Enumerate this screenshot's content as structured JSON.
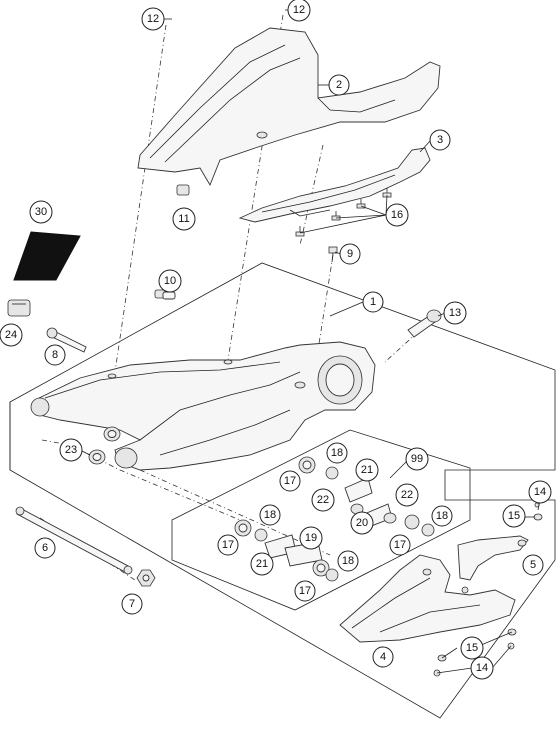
{
  "callouts": [
    {
      "id": "c12a",
      "label": "12"
    },
    {
      "id": "c12b",
      "label": "12"
    },
    {
      "id": "c2",
      "label": "2"
    },
    {
      "id": "c3",
      "label": "3"
    },
    {
      "id": "c16",
      "label": "16"
    },
    {
      "id": "c11",
      "label": "11"
    },
    {
      "id": "c30",
      "label": "30"
    },
    {
      "id": "c9",
      "label": "9"
    },
    {
      "id": "c10",
      "label": "10"
    },
    {
      "id": "c1",
      "label": "1"
    },
    {
      "id": "c13",
      "label": "13"
    },
    {
      "id": "c24",
      "label": "24"
    },
    {
      "id": "c8",
      "label": "8"
    },
    {
      "id": "c23",
      "label": "23"
    },
    {
      "id": "c99",
      "label": "99"
    },
    {
      "id": "c18a",
      "label": "18"
    },
    {
      "id": "c17a",
      "label": "17"
    },
    {
      "id": "c21a",
      "label": "21"
    },
    {
      "id": "c22a",
      "label": "22"
    },
    {
      "id": "c22b",
      "label": "22"
    },
    {
      "id": "c20",
      "label": "20"
    },
    {
      "id": "c18b",
      "label": "18"
    },
    {
      "id": "c17b",
      "label": "17"
    },
    {
      "id": "c14a",
      "label": "14"
    },
    {
      "id": "c15a",
      "label": "15"
    },
    {
      "id": "c5",
      "label": "5"
    },
    {
      "id": "c18c",
      "label": "18"
    },
    {
      "id": "c17c",
      "label": "17"
    },
    {
      "id": "c19",
      "label": "19"
    },
    {
      "id": "c21b",
      "label": "21"
    },
    {
      "id": "c18d",
      "label": "18"
    },
    {
      "id": "c17d",
      "label": "17"
    },
    {
      "id": "c6",
      "label": "6"
    },
    {
      "id": "c7",
      "label": "7"
    },
    {
      "id": "c4",
      "label": "4"
    },
    {
      "id": "c15b",
      "label": "15"
    },
    {
      "id": "c14b",
      "label": "14"
    }
  ]
}
